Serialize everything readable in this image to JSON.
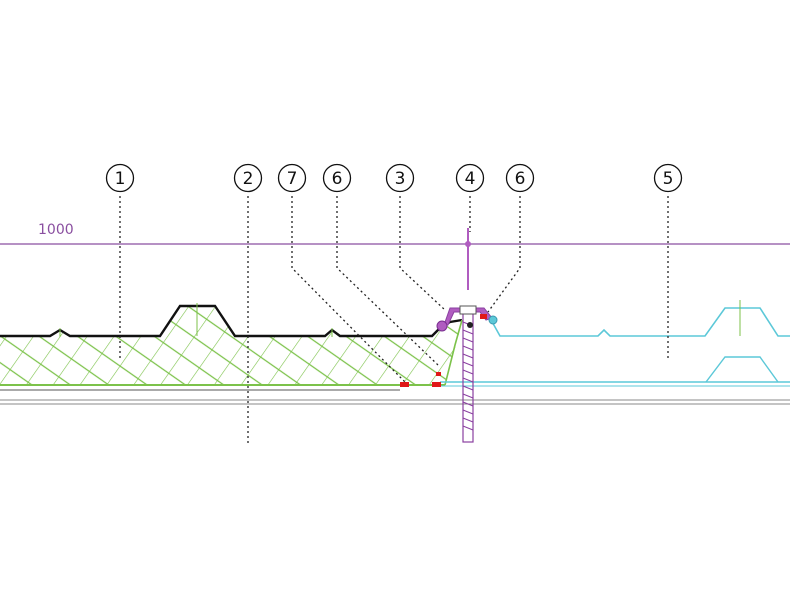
{
  "dimension": {
    "label": "1000"
  },
  "callouts": [
    {
      "id": "c1",
      "label": "1"
    },
    {
      "id": "c2",
      "label": "2"
    },
    {
      "id": "c7",
      "label": "7"
    },
    {
      "id": "c6a",
      "label": "6"
    },
    {
      "id": "c3",
      "label": "3"
    },
    {
      "id": "c4",
      "label": "4"
    },
    {
      "id": "c6b",
      "label": "6"
    },
    {
      "id": "c5",
      "label": "5"
    }
  ],
  "colors": {
    "dimension_line": "#8a4fa0",
    "insulation_hatch": "#7cc24a",
    "panel_outline": "#111111",
    "adjacent_panel": "#5cc8d8",
    "clip": "#b05cc0",
    "seal": "#e01818",
    "base_line": "#888888",
    "leader": "#222222"
  }
}
